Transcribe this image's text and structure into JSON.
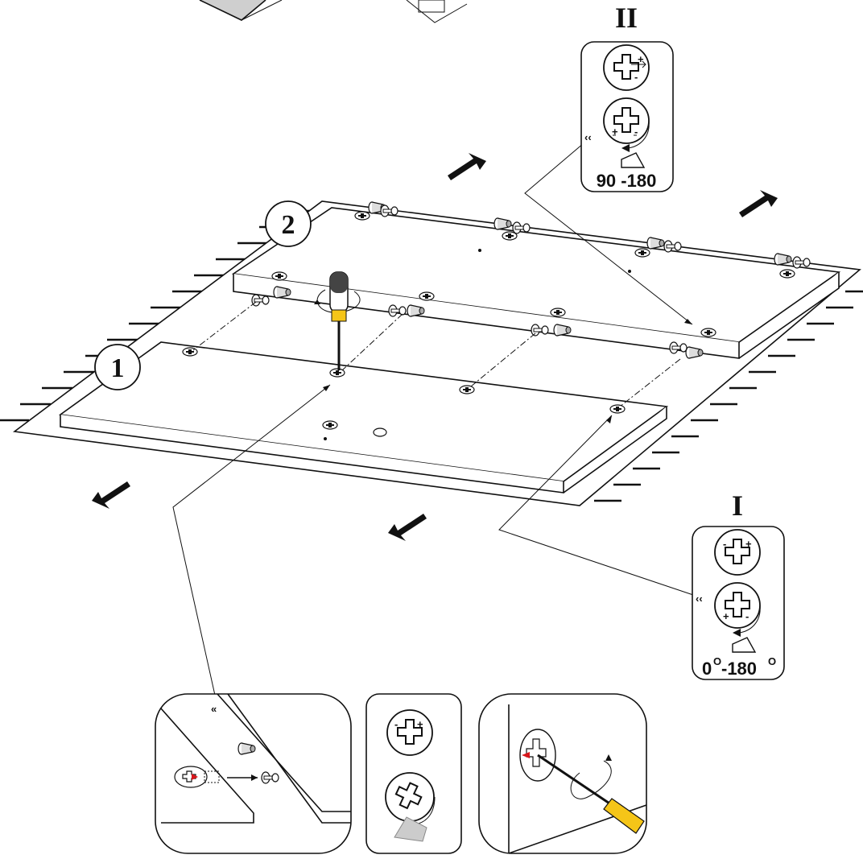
{
  "step_labels": {
    "detail_two": "II",
    "detail_one": "I"
  },
  "panel_numbers": {
    "panel_two": "2",
    "panel_one": "1"
  },
  "angle_labels": {
    "detail_two": "90 -180",
    "detail_one_start": "0",
    "detail_one_sep": "-180",
    "degree_mark": "O"
  },
  "icons": [
    "cam-lock-icon",
    "screwdriver-icon",
    "wooden-dowel-icon",
    "cam-bolt-icon",
    "rotate-arrow-icon",
    "direction-arrow-icon",
    "floor-hatching"
  ],
  "colors": {
    "line": "#111111",
    "screwdriver_handle": "#f5c518",
    "screwdriver_grip": "#444444",
    "marker": "#d8161b"
  }
}
